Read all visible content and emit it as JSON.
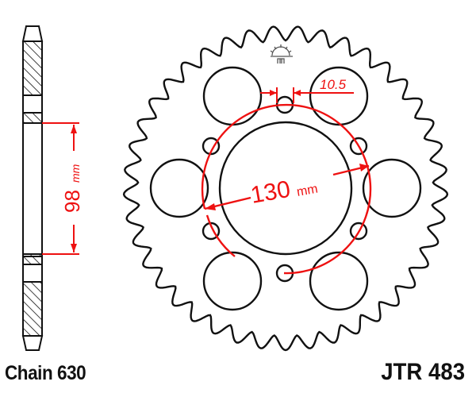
{
  "labels": {
    "chain": "Chain 630",
    "part_number": "JTR 483"
  },
  "dimensions": {
    "thickness_value": "98",
    "thickness_unit": "mm",
    "pcd_value": "130",
    "pcd_unit": "mm",
    "bolt_hole": "10.5"
  },
  "sprocket": {
    "teeth": 41,
    "bolt_holes": 6,
    "lightening_holes": 6
  },
  "colors": {
    "outline": "#111111",
    "dimension": "#ee1111",
    "logo": "#555555"
  }
}
